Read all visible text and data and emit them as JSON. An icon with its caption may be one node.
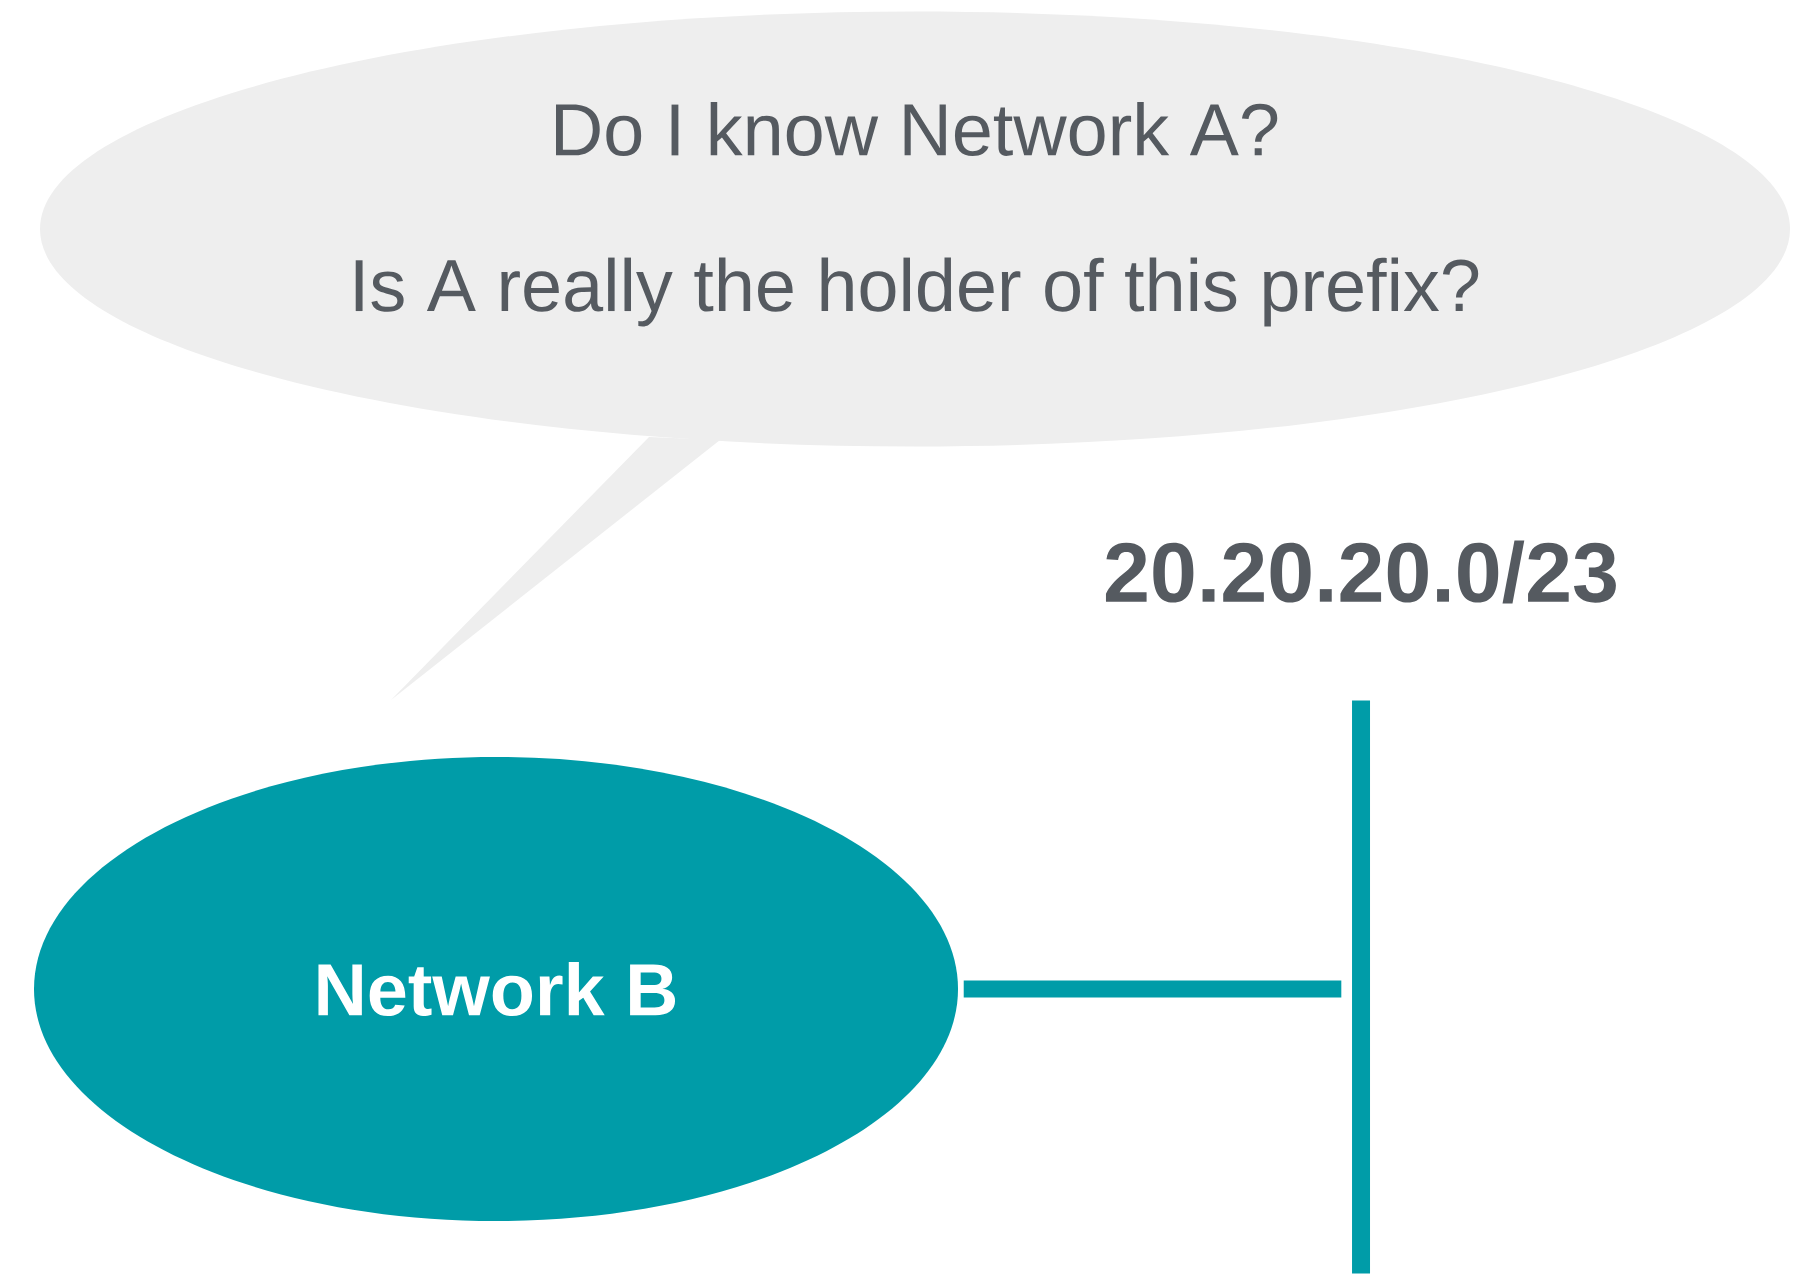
{
  "diagram": {
    "nodes": [
      {
        "text": [
          "Do I know Network A?",
          "Is A really the holder of this prefix?"
        ]
      },
      {
        "text": [
          "Network B"
        ]
      },
      {
        "text": [],
        "shape": "bar"
      }
    ],
    "edges": [
      {
        "from": 1,
        "to": 2,
        "arrow": "none"
      }
    ],
    "labels": [
      "20.20.20.0/23"
    ]
  }
}
